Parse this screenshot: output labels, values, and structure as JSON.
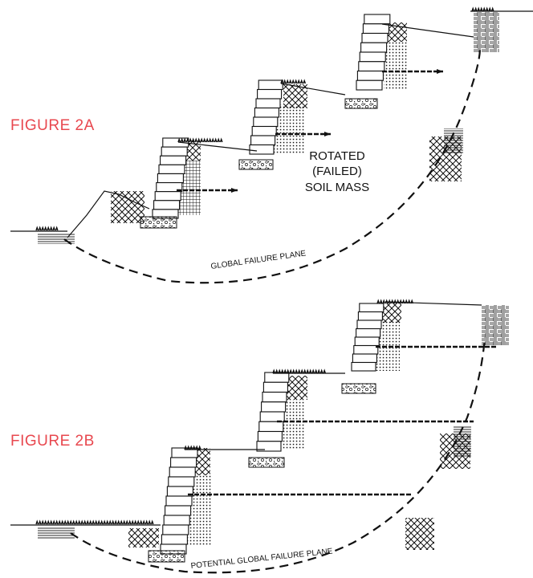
{
  "colors": {
    "accent": "#e8484f",
    "ink": "#111111"
  },
  "figure_a": {
    "title": "FIGURE 2A",
    "soil_mass_lines": [
      "ROTATED",
      "(FAILED)",
      "SOIL MASS"
    ],
    "failure_label": "GLOBAL FAILURE PLANE"
  },
  "figure_b": {
    "title": "FIGURE 2B",
    "failure_label": "POTENTIAL GLOBAL FAILURE PLANE"
  }
}
